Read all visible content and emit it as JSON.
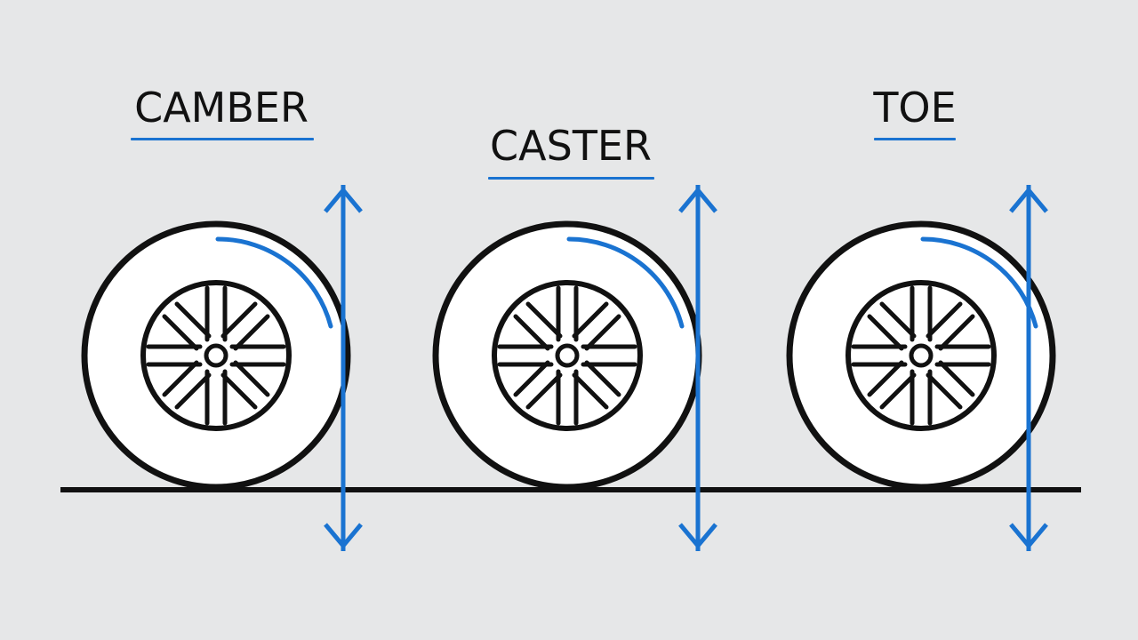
{
  "colors": {
    "background": "#e6e7e8",
    "line": "#111111",
    "accent": "#1a73d1",
    "wheel_fill": "#ffffff"
  },
  "diagram": {
    "wheels": [
      {
        "title": "CAMBER",
        "icon": "wheel-icon"
      },
      {
        "title": "CASTER",
        "icon": "wheel-icon"
      },
      {
        "title": "TOE",
        "icon": "wheel-icon"
      }
    ]
  }
}
